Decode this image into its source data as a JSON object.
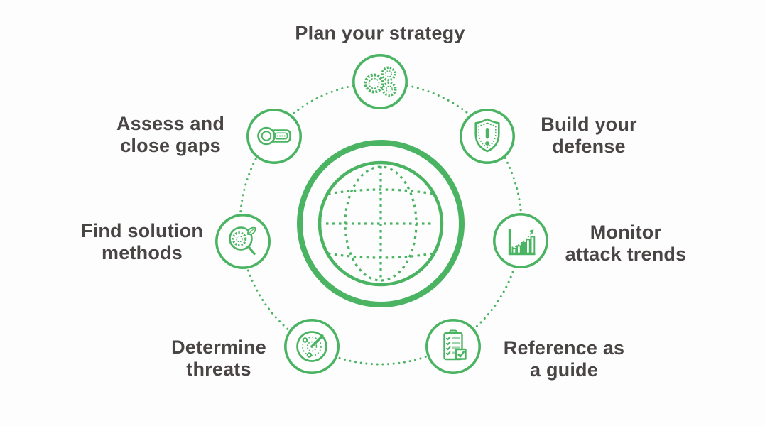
{
  "diagram": {
    "type": "cycle-infographic",
    "center_icon": "globe-icon",
    "colors": {
      "accent_green": "#4bb462",
      "label_text": "#4a4545",
      "background": "#fdfdfe"
    },
    "steps": [
      {
        "id": "plan",
        "label": "Plan your strategy",
        "icon": "gears-icon"
      },
      {
        "id": "defense",
        "label": "Build your\ndefense",
        "icon": "shield-exclamation-icon"
      },
      {
        "id": "monitor",
        "label": "Monitor\nattack trends",
        "icon": "bar-chart-trend-icon"
      },
      {
        "id": "reference",
        "label": "Reference as\na guide",
        "icon": "checklist-icon"
      },
      {
        "id": "determine",
        "label": "Determine\nthreats",
        "icon": "radar-icon"
      },
      {
        "id": "find",
        "label": "Find solution\nmethods",
        "icon": "magnifier-gear-icon"
      },
      {
        "id": "assess",
        "label": "Assess and\nclose gaps",
        "icon": "key-icon"
      }
    ]
  }
}
